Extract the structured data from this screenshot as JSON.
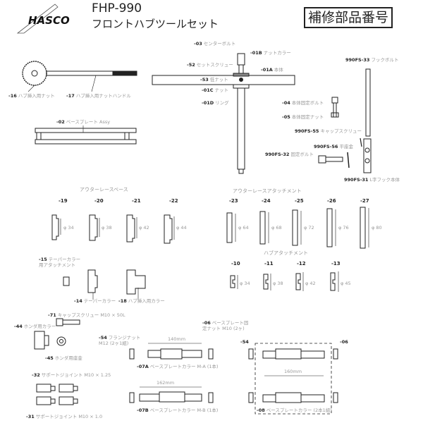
{
  "header": {
    "logo": "HASCO",
    "model": "FHP-990",
    "product_name": "フロントハブツールセット",
    "badge": "補修部品番号"
  },
  "labels": [
    {
      "code": "-03",
      "name": "センターボルト"
    },
    {
      "code": "-01B",
      "name": "ナットカラー"
    },
    {
      "code": "-52",
      "name": "セットスクリュー"
    },
    {
      "code": "-01A",
      "name": "本体"
    },
    {
      "code": "-53",
      "name": "低ナット"
    },
    {
      "code": "-01C",
      "name": "ナット"
    },
    {
      "code": "-01D",
      "name": "リング"
    },
    {
      "code": "-16",
      "name": "ハブ挿入用ナット"
    },
    {
      "code": "-17",
      "name": "ハブ挿入用ナットハンドル"
    },
    {
      "code": "990FS-33",
      "name": "フックボルト"
    },
    {
      "code": "-04",
      "name": "本体固定ボルト"
    },
    {
      "code": "-05",
      "name": "本体固定ナット"
    },
    {
      "code": "-02",
      "name": "ベースプレート Assy"
    },
    {
      "code": "990FS-55",
      "name": "キャップスクリュー"
    },
    {
      "code": "990FS-56",
      "name": "平座金"
    },
    {
      "code": "990FS-32",
      "name": "固定ボルト"
    },
    {
      "code": "990FS-31",
      "name": "L字フック本体"
    },
    {
      "code": "-15",
      "name": "テーパーカラー用アタッチメント"
    },
    {
      "code": "-14",
      "name": "テーパーカラー"
    },
    {
      "code": "-18",
      "name": "ハブ挿入用カラー"
    },
    {
      "code": "-71",
      "name": "キャップスクリュー M10 × 50L"
    },
    {
      "code": "-44",
      "name": "ホンダ用カラー"
    },
    {
      "code": "-45",
      "name": "ホンダ用座金"
    },
    {
      "code": "-54",
      "name": "フランジナット M12 (2ヶ1組)"
    },
    {
      "code": "-06",
      "name": "ベースプレート固定ナット M10 (2ヶ)"
    },
    {
      "code": "-07A",
      "name": "ベースプレートカラー M-A (1本)"
    },
    {
      "code": "-07B",
      "name": "ベースプレートカラー M-B (1本)"
    },
    {
      "code": "-54",
      "name": ""
    },
    {
      "code": "-06",
      "name": ""
    },
    {
      "code": "-08",
      "name": "ベースプレートカラー (2本1組)"
    },
    {
      "code": "-32",
      "name": "サポートジョイント M10 × 1.25"
    },
    {
      "code": "-31",
      "name": "サポートジョイント M10 × 1.0"
    }
  ],
  "sections": {
    "outer_race_base": "アウターレースベース",
    "outer_race_attachment": "アウターレースアタッチメント",
    "hub_attachment": "ハブアタッチメント"
  },
  "outer_race_base": [
    {
      "code": "-19",
      "diameter": "φ 34"
    },
    {
      "code": "-20",
      "diameter": "φ 38"
    },
    {
      "code": "-21",
      "diameter": "φ 42"
    },
    {
      "code": "-22",
      "diameter": "φ 44"
    }
  ],
  "outer_race_attachment": [
    {
      "code": "-23",
      "diameter": "φ 64"
    },
    {
      "code": "-24",
      "diameter": "φ 68"
    },
    {
      "code": "-25",
      "diameter": "φ 72"
    },
    {
      "code": "-26",
      "diameter": "φ 76"
    },
    {
      "code": "-27",
      "diameter": "φ 80"
    }
  ],
  "hub_attachment": [
    {
      "code": "-10",
      "diameter": "φ 34"
    },
    {
      "code": "-11",
      "diameter": "φ 38"
    },
    {
      "code": "-12",
      "diameter": "φ 42"
    },
    {
      "code": "-13",
      "diameter": "φ 45"
    }
  ],
  "dimensions": {
    "m_a": "140mm",
    "m_b": "162mm",
    "set": "160mm"
  }
}
